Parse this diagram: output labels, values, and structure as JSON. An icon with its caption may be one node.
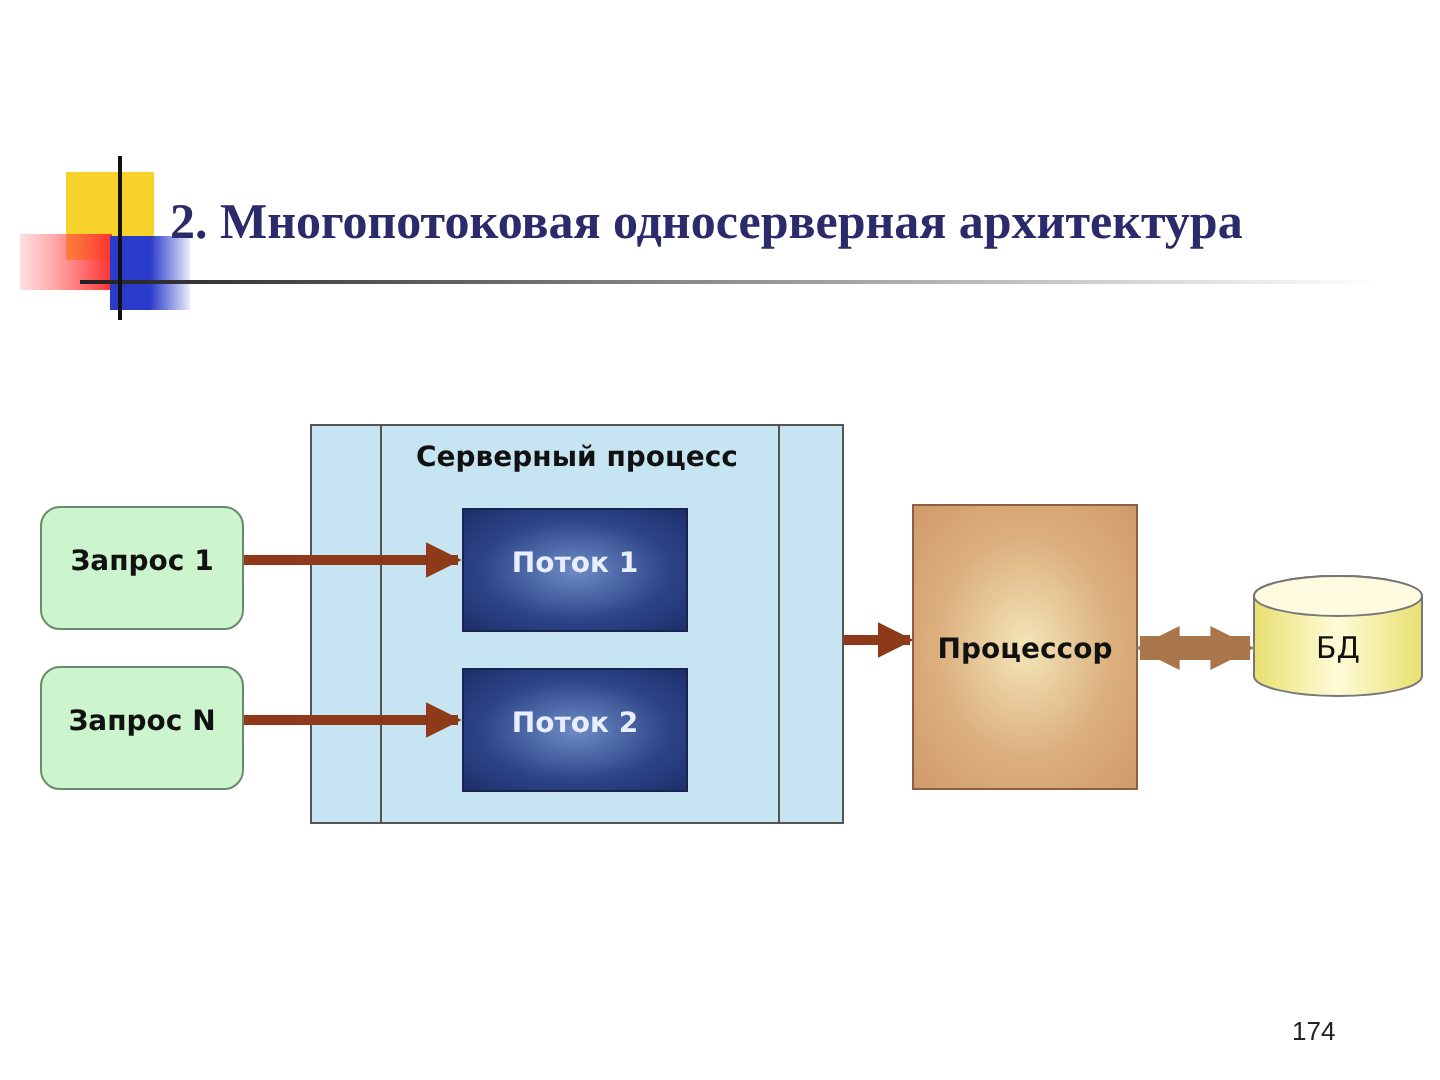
{
  "diagram": {
    "title": "2. Многопотоковая односерверная архитектура",
    "nodes": [
      {
        "text": [
          "Серверный процесс"
        ]
      },
      {
        "text": [
          "Поток 1"
        ],
        "in": 0
      },
      {
        "text": [
          "Поток 2"
        ],
        "in": 0
      },
      {
        "text": [
          "Запрос 1"
        ]
      },
      {
        "text": [
          "Запрос N"
        ]
      },
      {
        "text": [
          "Процессор"
        ]
      },
      {
        "text": [
          "БД"
        ]
      }
    ],
    "edges": [
      {
        "from": 3,
        "to": 1,
        "arrow": "to"
      },
      {
        "from": 4,
        "to": 2,
        "arrow": "to"
      },
      {
        "from": 0,
        "to": 5,
        "arrow": "to"
      },
      {
        "from": 5,
        "to": 6,
        "arrow": "both",
        "style": "thick",
        "color": "#a8764a"
      }
    ],
    "labels": [
      "174"
    ]
  }
}
